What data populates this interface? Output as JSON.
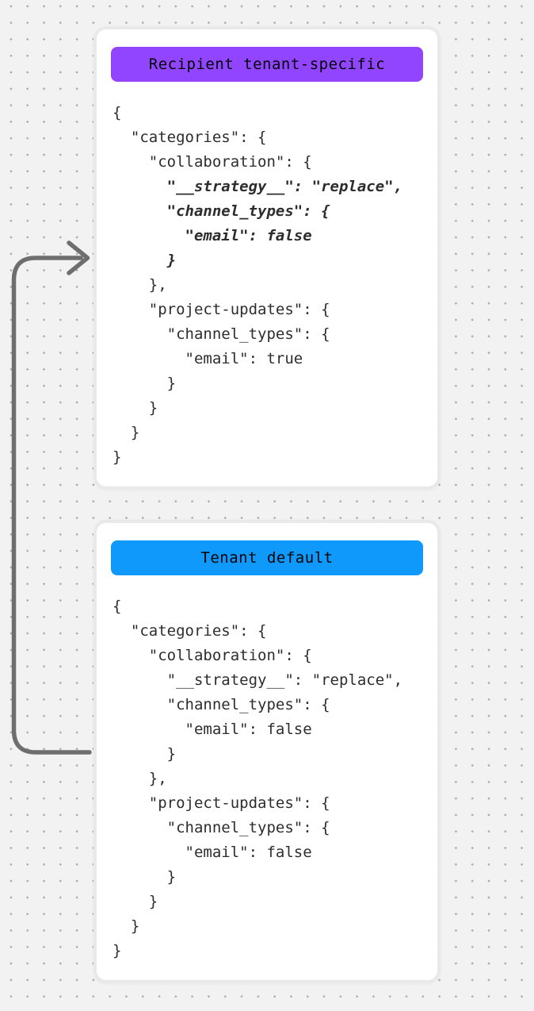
{
  "canvas": {
    "background_color": "#f2f2f2",
    "dot_color": "#ababab",
    "arrow_color": "#6e6e6e"
  },
  "cards": [
    {
      "badge": {
        "label": "Recipient tenant-specific",
        "color": "#9145ff",
        "text_color": "#ffffff"
      },
      "lines": [
        {
          "text": "{"
        },
        {
          "text": "  \"categories\": {"
        },
        {
          "text": "    \"collaboration\": {"
        },
        {
          "text": "      \"__strategy__\": \"replace\",",
          "emphasis": true
        },
        {
          "text": "      \"channel_types\": {",
          "emphasis": true
        },
        {
          "text": "        \"email\": false",
          "emphasis": true
        },
        {
          "text": "      }",
          "emphasis": true
        },
        {
          "text": "    },"
        },
        {
          "text": "    \"project-updates\": {"
        },
        {
          "text": "      \"channel_types\": {"
        },
        {
          "text": "        \"email\": true"
        },
        {
          "text": "      }"
        },
        {
          "text": "    }"
        },
        {
          "text": "  }"
        },
        {
          "text": "}"
        }
      ]
    },
    {
      "badge": {
        "label": "Tenant default",
        "color": "#0f99fb",
        "text_color": "#ffffff"
      },
      "lines": [
        {
          "text": "{"
        },
        {
          "text": "  \"categories\": {"
        },
        {
          "text": "    \"collaboration\": {"
        },
        {
          "text": "      \"__strategy__\": \"replace\","
        },
        {
          "text": "      \"channel_types\": {"
        },
        {
          "text": "        \"email\": false"
        },
        {
          "text": "      }"
        },
        {
          "text": "    },"
        },
        {
          "text": "    \"project-updates\": {"
        },
        {
          "text": "      \"channel_types\": {"
        },
        {
          "text": "        \"email\": false"
        },
        {
          "text": "      }"
        },
        {
          "text": "    }"
        },
        {
          "text": "  }"
        },
        {
          "text": "}"
        }
      ]
    }
  ]
}
